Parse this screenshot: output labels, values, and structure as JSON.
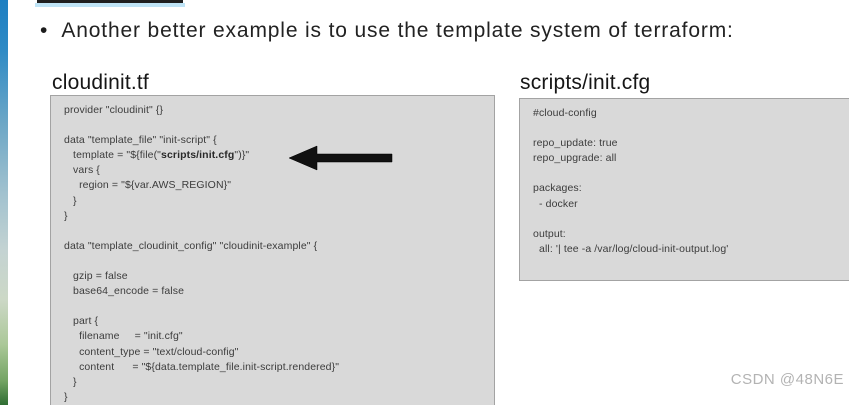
{
  "bullet": {
    "text": "Another better example is to use the template system of terraform:"
  },
  "watermark": {
    "text": "CSDN @48N6E"
  },
  "icons": {
    "arrow": "left-arrow-icon",
    "bullet": "bullet-icon"
  },
  "colors": {
    "slide_background": "#ffffff",
    "code_block_background": "#d9d9d9",
    "code_block_border": "#a3a3a3",
    "code_text": "#3c3c3c",
    "edge_gradient_top": "#1e7fc2",
    "edge_gradient_bottom": "#2f6d33",
    "top_highlight_blue": "#bfe4f6",
    "arrow_color": "#111111",
    "watermark_color": "#b3b3b3"
  },
  "panels": [
    {
      "id": "cloudinit-tf",
      "title": "cloudinit.tf",
      "lines": [
        {
          "t": "provider \"cloudinit\" {}"
        },
        {
          "t": ""
        },
        {
          "t": "data \"template_file\" \"init-script\" {"
        },
        {
          "pre": "   template = \"${file(\"",
          "bold": "scripts/init.cfg",
          "post": "\")}\""
        },
        {
          "t": "   vars {"
        },
        {
          "t": "     region = \"${var.AWS_REGION}\""
        },
        {
          "t": "   }"
        },
        {
          "t": "}"
        },
        {
          "t": ""
        },
        {
          "t": "data \"template_cloudinit_config\" \"cloudinit-example\" {"
        },
        {
          "t": ""
        },
        {
          "t": "   gzip = false"
        },
        {
          "t": "   base64_encode = false"
        },
        {
          "t": ""
        },
        {
          "t": "   part {"
        },
        {
          "t": "     filename     = \"init.cfg\""
        },
        {
          "t": "     content_type = \"text/cloud-config\""
        },
        {
          "t": "     content      = \"${data.template_file.init-script.rendered}\""
        },
        {
          "t": "   }"
        },
        {
          "t": "}"
        }
      ]
    },
    {
      "id": "scripts-init-cfg",
      "title": "scripts/init.cfg",
      "lines": [
        {
          "t": "#cloud-config"
        },
        {
          "t": ""
        },
        {
          "t": "repo_update: true"
        },
        {
          "t": "repo_upgrade: all"
        },
        {
          "t": ""
        },
        {
          "t": "packages:"
        },
        {
          "t": "  - docker"
        },
        {
          "t": ""
        },
        {
          "t": "output:"
        },
        {
          "t": "  all: '| tee -a /var/log/cloud-init-output.log'"
        }
      ]
    }
  ]
}
